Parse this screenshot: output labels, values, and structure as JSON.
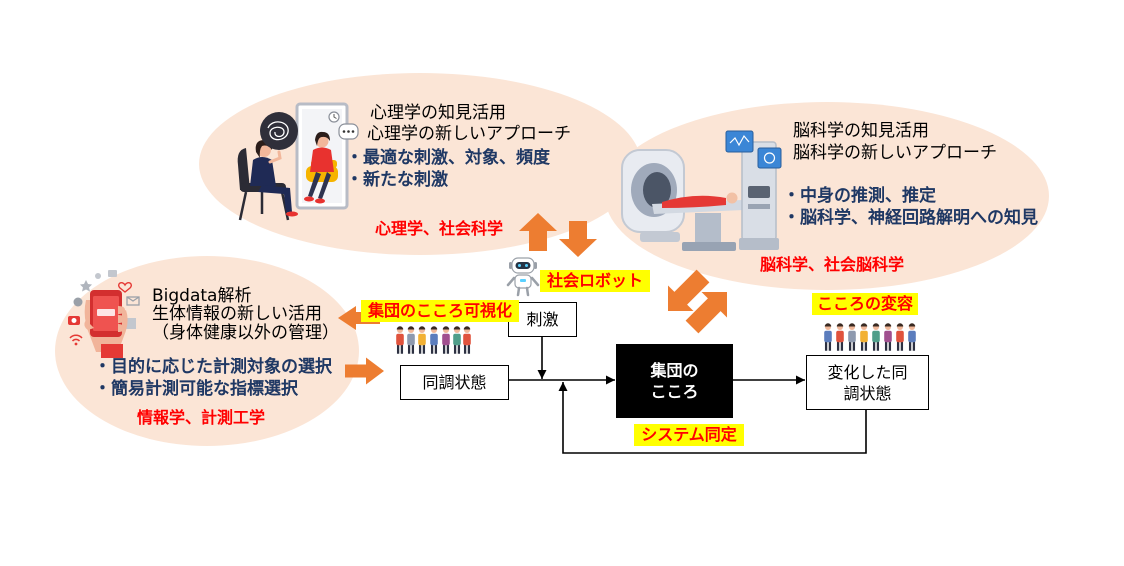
{
  "colors": {
    "ellipse_fill": "#fbe5d6",
    "arrow_orange": "#ed7d31",
    "label_yellow": "#ffff00",
    "field_red": "#ff0000",
    "bullet_blue": "#1f3864",
    "box_black": "#000000"
  },
  "psychology": {
    "title_lines": [
      "心理学の知見活用",
      "心理学の新しいアプローチ"
    ],
    "bullets": [
      "・最適な刺激、対象、頻度",
      "・新たな刺激"
    ],
    "field": "心理学、社会科学"
  },
  "neuroscience": {
    "title_lines": [
      "脳科学の知見活用",
      "脳科学の新しいアプローチ"
    ],
    "bullets": [
      "・中身の推測、推定",
      "・脳科学、神経回路解明への知見"
    ],
    "field": "脳科学、社会脳科学"
  },
  "informatics": {
    "title_lines": [
      "Bigdata解析",
      "生体情報の新しい活用",
      "（身体健康以外の管理）"
    ],
    "bullets": [
      "・目的に応じた計測対象の選択",
      "・簡易計測可能な指標選択"
    ],
    "field": "情報学、計測工学"
  },
  "labels": {
    "social_robot": "社会ロボット",
    "visualization": "集団のこころ可視化",
    "transformation": "こころの変容",
    "system_identification": "システム同定"
  },
  "blocks": {
    "stimulus": "刺激",
    "sync_state": "同調状態",
    "group_mind": [
      "集団の",
      "こころ"
    ],
    "changed_sync_state": [
      "変化した同",
      "調状態"
    ]
  },
  "icons": {
    "psychology": "counseling-illustration-icon",
    "neuroscience": "mri-scanner-icon",
    "informatics": "smartphone-data-icon",
    "robot": "robot-icon",
    "group": "people-group-icon"
  }
}
